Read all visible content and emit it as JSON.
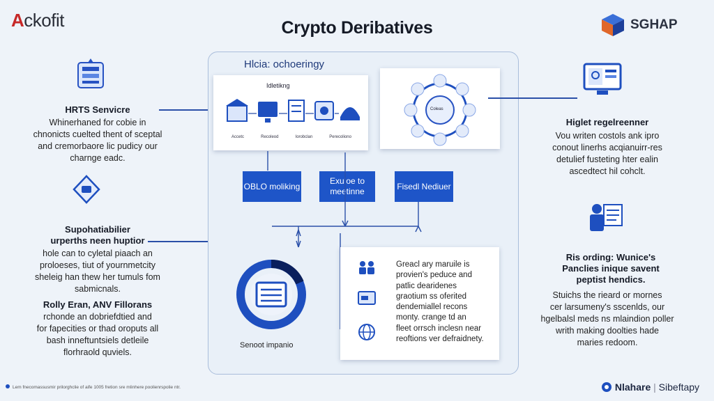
{
  "header": {
    "title": "Crypto Deribatives",
    "logo_left_mark": "A",
    "logo_left_rest": "ckofit",
    "logo_right": "SGHAP"
  },
  "left": {
    "block1": {
      "heading": "HRTS Senvicre",
      "body": [
        "Whinerhaned for cobie in",
        "chnonicts cuelted thent of sceptal",
        "and cremorbaore lic pudicy our",
        "charnge eadc."
      ]
    },
    "block2": {
      "heading": [
        "Supohatiabilier",
        "urperths neen huptior"
      ],
      "body": [
        "hole can to cyletal piaach an",
        "proloeses, tiut of yournmetcity",
        "sheleig han thew her tumuls fom",
        "sabmicnals."
      ]
    },
    "block3": {
      "heading": "Rolly Eran, ANV Fillorans",
      "body": [
        "rchonde an dobriefdtied and",
        "for fapecities or thad oroputs all",
        "bash inneftuntsiels detleile",
        "florhraold quviels."
      ]
    }
  },
  "right": {
    "block1": {
      "heading": "Higlet regelreenner",
      "body": [
        "Vou writen costols ank ipro",
        "conout linerhs acqianuirr-res",
        "detulief fusteting hter ealin",
        "ascedtect hil cohclt."
      ]
    },
    "block2": {
      "heading": [
        "Ris ording: Wunice's",
        "Panclies inique savent",
        "peptist hendics."
      ],
      "body": [
        "Stuichs the rieard or mornes",
        "cer larsumeny's sscenlds, our",
        "hgelbalsl meds ns mlaindion poller",
        "writh making doolties hade",
        "maries redoom."
      ]
    }
  },
  "center": {
    "frame_heading": "Hlcia: ochoeringy",
    "card1_title": "Idletikng",
    "card1_captions": [
      "Accetc",
      "Recoleod",
      "Iorobclan",
      "Perecoliono"
    ],
    "circle_label": "Coleas",
    "boxes": [
      "OBLO moliking",
      "Exuloe to meetinne",
      "Fisedl Nediuer"
    ],
    "donut_label": "Senoot impanio",
    "text_card": [
      "Greacl ary maruile is",
      "provien's peduce and",
      "patlic dearidenes",
      "graotium ss oferited",
      "dendemiallel recons",
      "monty. crange td an",
      "fleet orrsch inclesn near",
      "reoftions ver defraidnety."
    ]
  },
  "footer": {
    "left": "Lem fnecomassusmir prilorghclie of aife 1005 fretion sre mlinhere poolienrspolie ntr.",
    "right_a": "Nlahare",
    "right_b": "Sibeftapy"
  }
}
